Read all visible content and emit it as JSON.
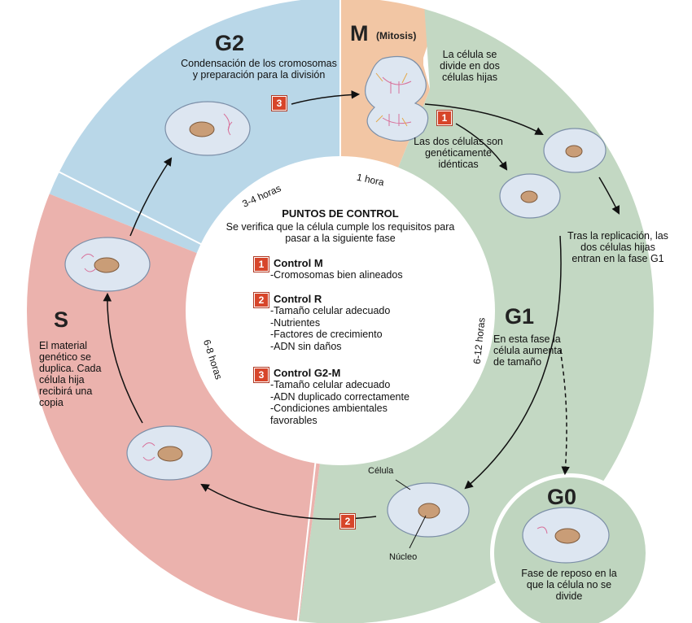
{
  "phases": {
    "g2": {
      "title": "G2",
      "description": "Condensación de los cromosomas y preparación para la división"
    },
    "m": {
      "title": "M",
      "subtitle": "(Mitosis)",
      "description": "La célula se divide en dos células hijas"
    },
    "g1": {
      "title": "G1",
      "description": "En esta fase la célula aumenta de tamaño"
    },
    "s": {
      "title": "S",
      "description": "El material genético se duplica. Cada célula hija recibirá una copia"
    },
    "g0": {
      "title": "G0",
      "description": "Fase de reposo en la que la célula no se divide"
    }
  },
  "annotations": {
    "daughters_identical": "Las dos células son genéticamente idénticas",
    "after_replication": "Tras la replicación, las dos células hijas entran en la fase G1",
    "cell_label": "Célula",
    "nucleus_label": "Núcleo"
  },
  "durations": {
    "g2": "3-4 horas",
    "m": "1 hora",
    "s": "6-8 horas",
    "g1": "6-12 horas"
  },
  "checkpoints": {
    "title": "PUNTOS DE CONTROL",
    "subtitle": "Se verifica que la célula cumple los requisitos para pasar a la siguiente fase",
    "items": [
      {
        "number": "1",
        "name": "Control M",
        "requirements": [
          "-Cromosomas bien alineados"
        ]
      },
      {
        "number": "2",
        "name": "Control R",
        "requirements": [
          "-Tamaño celular adecuado",
          "-Nutrientes",
          "-Factores de crecimiento",
          "-ADN sin daños"
        ]
      },
      {
        "number": "3",
        "name": "Control G2-M",
        "requirements": [
          "-Tamaño celular adecuado",
          "-ADN duplicado correctamente",
          "-Condiciones ambientales favorables"
        ]
      }
    ]
  },
  "colors": {
    "g2": "#b9d7e8",
    "m": "#f2c6a4",
    "g1": "#c3d8c3",
    "s": "#ebb2ad",
    "badge": "#d7452a",
    "cell_fill": "#dde6f1",
    "nucleus_fill": "#c99d77"
  }
}
